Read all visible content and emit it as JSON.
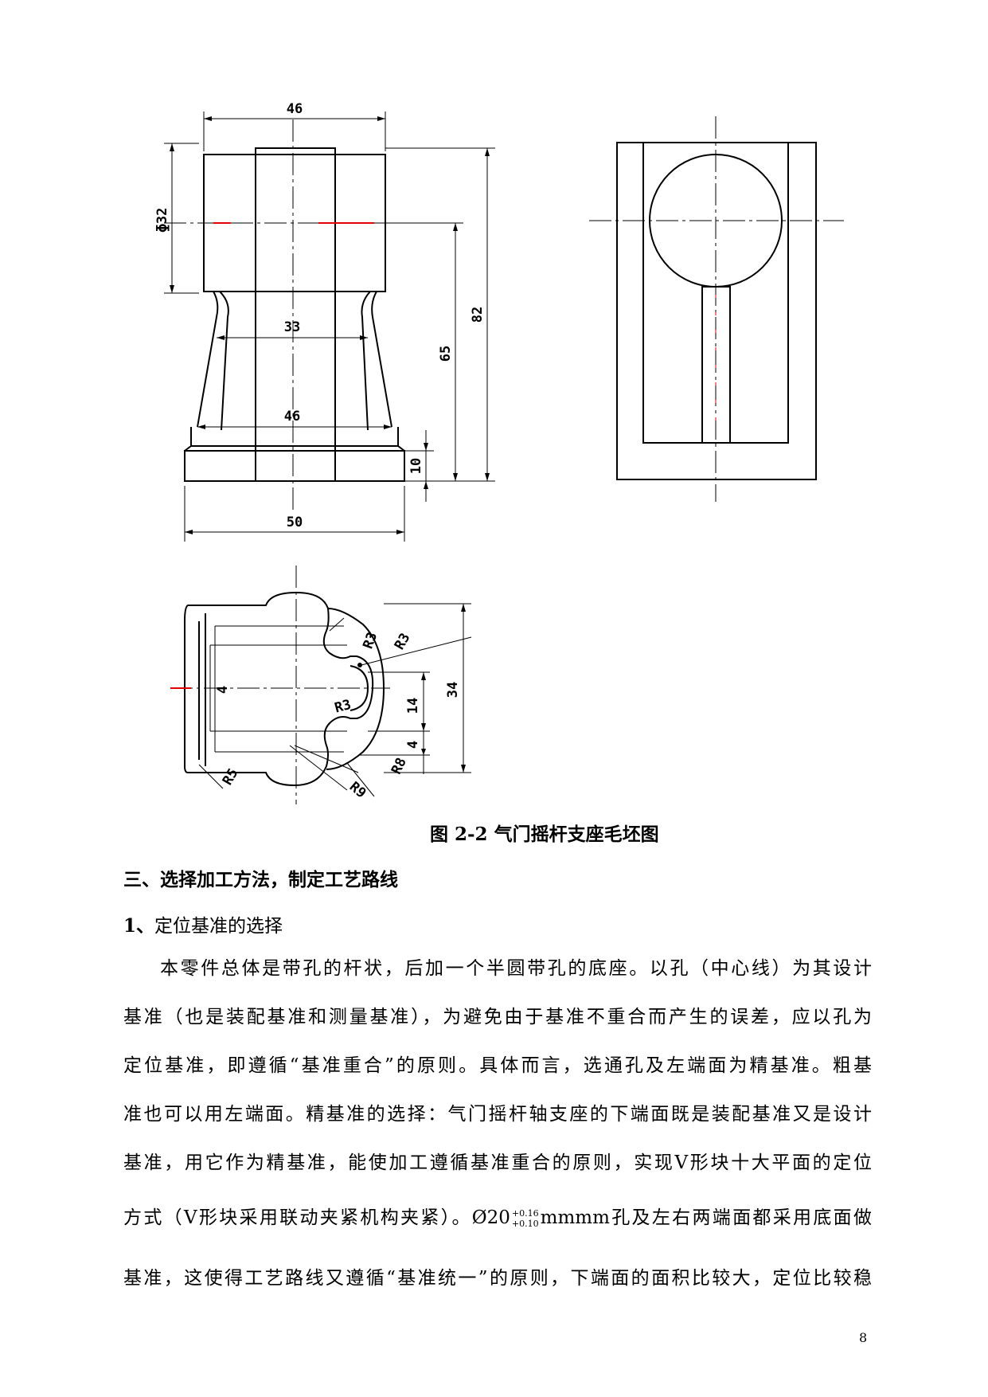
{
  "figure": {
    "front_view": {
      "dimensions": {
        "top_width": "46",
        "bore_dia": "ɸ32",
        "neck_width": "33",
        "lower_width": "46",
        "base_width": "50",
        "center_height": "65",
        "total_height": "82",
        "base_thickness": "10"
      }
    },
    "bottom_view": {
      "dimensions": {
        "r3_a": "R3",
        "r3_b": "R3",
        "r3_c": "R3",
        "r5": "R5",
        "r9": "R9",
        "r8": "R8",
        "width_34": "34",
        "slot_14": "14",
        "offset_4": "4",
        "small_4": "4"
      }
    },
    "caption": "图 2-2 气门摇杆支座毛坯图"
  },
  "section_heading": "三、选择加工方法，制定工艺路线",
  "subsection": {
    "number": "1、",
    "title": "定位基准的选择"
  },
  "paragraph": {
    "l1": "本零件总体是带孔的杆状，后加一个半圆带孔的底座。以孔（中心线）为其设计",
    "l2": "基准（也是装配基准和测量基准），为避免由于基准不重合而产生的误差，应以孔为",
    "l3": "定位基准，即遵循“基准重合”的原则。具体而言，选通孔及左端面为精基准。粗基",
    "l4": "准也可以用左端面。精基准的选择：气门摇杆轴支座的下端面既是装配基准又是设计",
    "l5": "基准，用它作为精基准，能使加工遵循基准重合的原则，实现V形块十大平面的定位",
    "l6a": "方式（V形块采用联动夹紧机构夹紧）。Ø20",
    "tol_upper": "+0.16",
    "tol_lower": "+0.10",
    "l6b": "mmmm孔及左右两端面都采用底面做",
    "l7": "基准，这使得工艺路线又遵循“基准统一”的原则，下端面的面积比较大，定位比较稳"
  },
  "page_number": "8"
}
